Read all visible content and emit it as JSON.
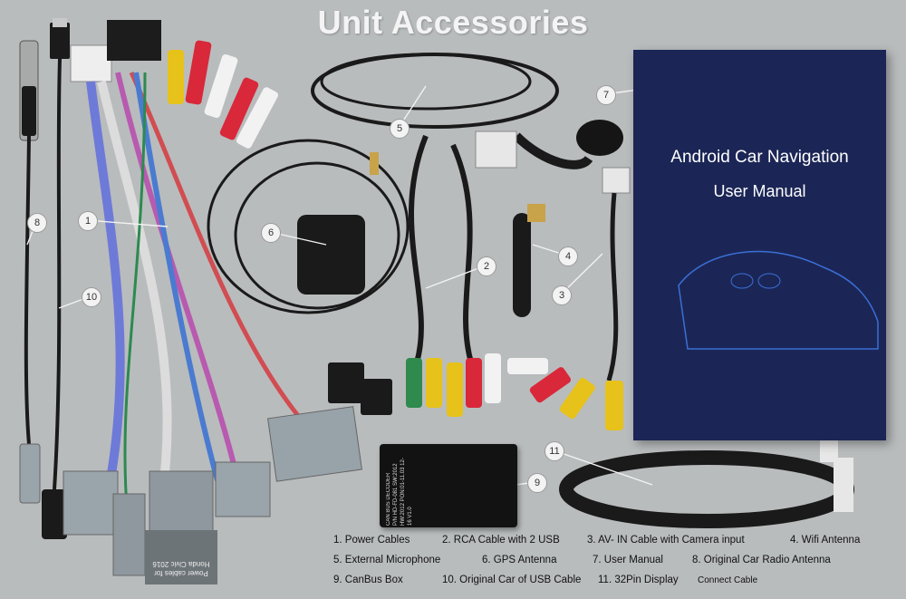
{
  "title": "Unit Accessories",
  "manual": {
    "line1": "Android Car Navigation",
    "line2": "User Manual"
  },
  "markers": [
    "1",
    "2",
    "3",
    "4",
    "5",
    "6",
    "7",
    "8",
    "9",
    "10",
    "11"
  ],
  "decoder_label": "CAN BUS DECODER",
  "decoder_text": "P/N HD-FD-081 SW:2012 HW:2012 PON:01-11.03 12-16 V1.0",
  "power_label": "Power cables for Honda Civic 2016",
  "legend": {
    "row1": [
      "1.  Power Cables",
      "2.  RCA Cable with 2 USB",
      "3.  AV- IN Cable with Camera input",
      "4.  Wifi Antenna"
    ],
    "row2": [
      "5.  External Microphone",
      "6.  GPS Antenna",
      "7.  User Manual",
      "8.  Original Car Radio Antenna"
    ],
    "row3_a": "9.  CanBus Box",
    "row3_b": "10.  Original Car of USB Cable",
    "row3_c": "11.  32Pin Display",
    "row3_c_small": "Connect Cable"
  },
  "colors": {
    "background": "#b9bcbd",
    "manual_cover": "#1b2656",
    "cable_black": "#1a1a1a",
    "rca_red": "#d8283a",
    "rca_yellow": "#e6c21a",
    "rca_white": "#f2f2f2",
    "rca_green": "#2f8a4e",
    "connector_gray": "#9aa4ab"
  }
}
